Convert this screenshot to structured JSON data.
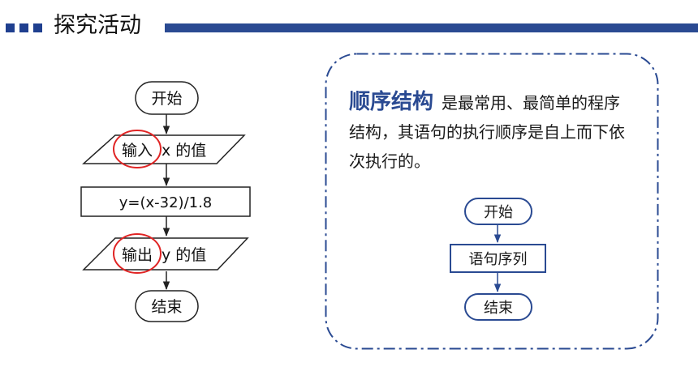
{
  "header": {
    "title": "探究活动"
  },
  "left_flowchart": {
    "start": "开始",
    "input_highlight": "输入",
    "input_rest": "x 的值",
    "process": "y=(x-32)/1.8",
    "output_highlight": "输出",
    "output_rest": "y 的值",
    "end": "结束"
  },
  "info": {
    "term": "顺序结构",
    "description": "是最常用、最简单的程序结构，其语句的执行顺序是自上而下依次执行的。"
  },
  "mini_flowchart": {
    "start": "开始",
    "statements": "语句序列",
    "end": "结束"
  },
  "colors": {
    "accent": "#2a4a92",
    "highlight_circle": "#e02424"
  }
}
